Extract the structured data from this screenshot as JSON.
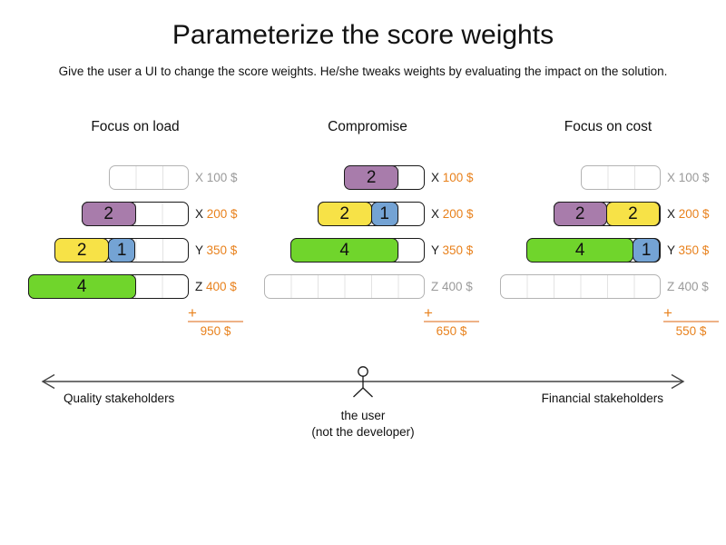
{
  "page": {
    "title": "Parameterize the score weights",
    "subtitle": "Give the user a UI to change the score weights. He/she tweaks weights by evaluating the impact on the solution."
  },
  "colors": {
    "purple": "#a87cab",
    "yellow": "#f7e247",
    "blue": "#74a3d4",
    "green": "#70d52c",
    "orange": "#e8811c",
    "sumline": "#eeb287",
    "graytext": "#9a9a9a",
    "grayborder": "#b3b3b3",
    "gridline": "#e3e3e3",
    "ink": "#1a1a1a",
    "axis": "#444444"
  },
  "columns": [
    {
      "title": "Focus on load",
      "plus": "+",
      "total": "950 $",
      "rows": [
        {
          "computer": "X",
          "price": "100 $",
          "capacity": 3,
          "used": false,
          "blocks": []
        },
        {
          "computer": "X",
          "price": "200 $",
          "capacity": 4,
          "used": true,
          "blocks": [
            {
              "value": 2,
              "color": "purple"
            }
          ]
        },
        {
          "computer": "Y",
          "price": "350 $",
          "capacity": 5,
          "used": true,
          "blocks": [
            {
              "value": 2,
              "color": "yellow"
            },
            {
              "value": 1,
              "color": "blue"
            }
          ]
        },
        {
          "computer": "Z",
          "price": "400 $",
          "capacity": 6,
          "used": true,
          "blocks": [
            {
              "value": 4,
              "color": "green"
            }
          ]
        }
      ]
    },
    {
      "title": "Compromise",
      "plus": "+",
      "total": "650 $",
      "rows": [
        {
          "computer": "X",
          "price": "100 $",
          "capacity": 3,
          "used": true,
          "blocks": [
            {
              "value": 2,
              "color": "purple"
            }
          ]
        },
        {
          "computer": "X",
          "price": "200 $",
          "capacity": 4,
          "used": true,
          "blocks": [
            {
              "value": 2,
              "color": "yellow"
            },
            {
              "value": 1,
              "color": "blue"
            }
          ]
        },
        {
          "computer": "Y",
          "price": "350 $",
          "capacity": 5,
          "used": true,
          "blocks": [
            {
              "value": 4,
              "color": "green"
            }
          ]
        },
        {
          "computer": "Z",
          "price": "400 $",
          "capacity": 6,
          "used": false,
          "blocks": []
        }
      ]
    },
    {
      "title": "Focus on cost",
      "plus": "+",
      "total": "550 $",
      "rows": [
        {
          "computer": "X",
          "price": "100 $",
          "capacity": 3,
          "used": false,
          "blocks": []
        },
        {
          "computer": "X",
          "price": "200 $",
          "capacity": 4,
          "used": true,
          "blocks": [
            {
              "value": 2,
              "color": "purple"
            },
            {
              "value": 2,
              "color": "yellow"
            }
          ]
        },
        {
          "computer": "Y",
          "price": "350 $",
          "capacity": 5,
          "used": true,
          "blocks": [
            {
              "value": 4,
              "color": "green"
            },
            {
              "value": 1,
              "color": "blue"
            }
          ]
        },
        {
          "computer": "Z",
          "price": "400 $",
          "capacity": 6,
          "used": false,
          "blocks": []
        }
      ]
    }
  ],
  "axis": {
    "left_label": "Quality stakeholders",
    "right_label": "Financial stakeholders",
    "user_label_line1": "the user",
    "user_label_line2": "(not the developer)"
  }
}
